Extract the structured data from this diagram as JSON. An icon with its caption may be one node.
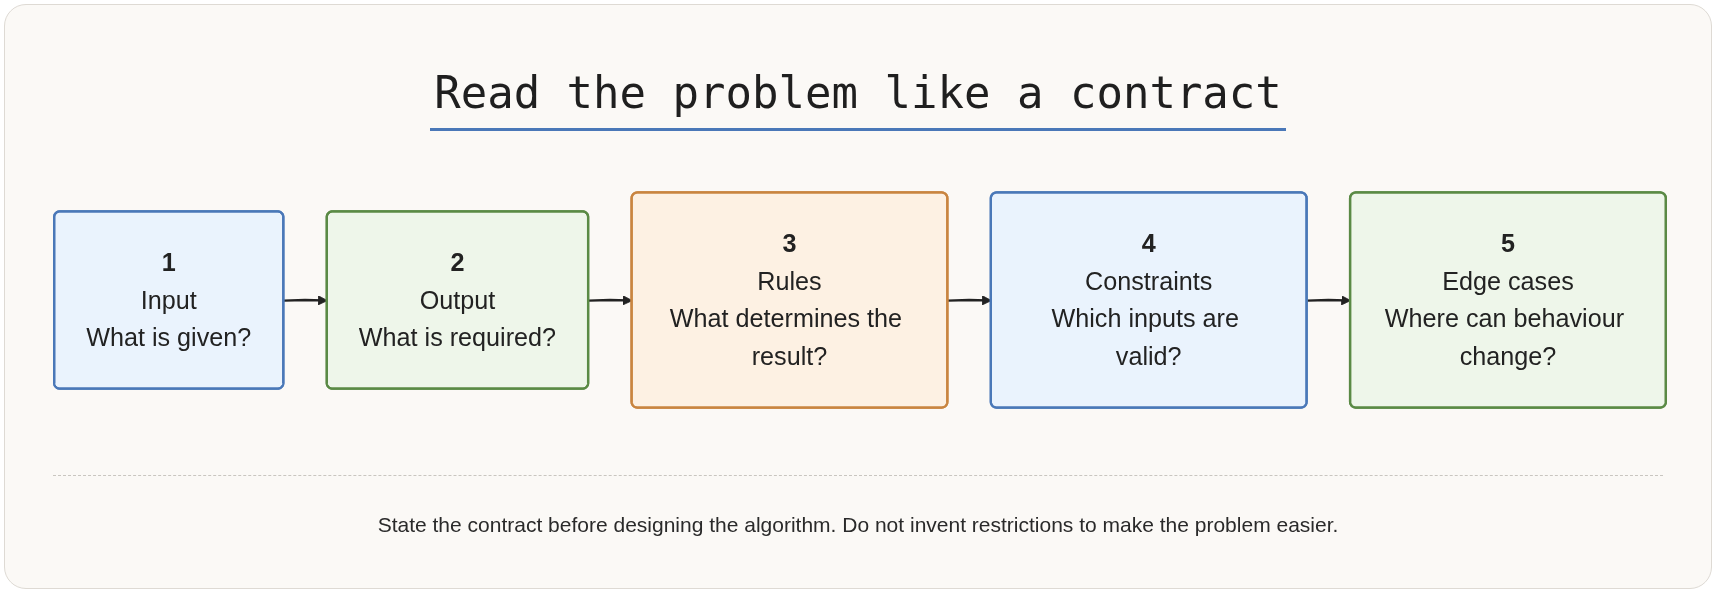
{
  "diagram": {
    "title": "Read the problem like a contract",
    "nodes": [
      {
        "text": [
          "1",
          "Input",
          "What is given?"
        ]
      },
      {
        "text": [
          "2",
          "Output",
          "What is required?"
        ]
      },
      {
        "text": [
          "3",
          "Rules",
          "What determines the result?"
        ]
      },
      {
        "text": [
          "4",
          "Constraints",
          "Which inputs are valid?"
        ]
      },
      {
        "text": [
          "5",
          "Edge cases",
          "Where can behaviour change?"
        ]
      }
    ],
    "edges": [
      {
        "from": 0,
        "to": 1,
        "arrow": "to"
      },
      {
        "from": 1,
        "to": 2,
        "arrow": "to"
      },
      {
        "from": 2,
        "to": 3,
        "arrow": "to"
      },
      {
        "from": 3,
        "to": 4,
        "arrow": "to"
      }
    ],
    "caption": "State the contract before designing the algorithm. Do not invent restrictions to make the problem easier."
  }
}
